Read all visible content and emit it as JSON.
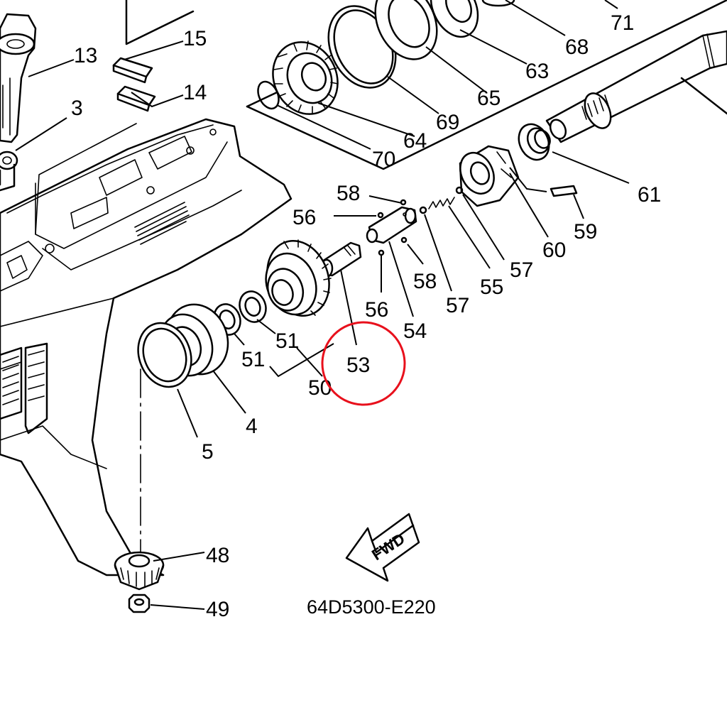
{
  "diagram": {
    "part_numbers": {
      "p71": "71",
      "p68": "68",
      "p63": "63",
      "p65": "65",
      "p69": "69",
      "p64": "64",
      "p70": "70",
      "p15": "15",
      "p14": "14",
      "p13": "13",
      "p3": "3",
      "p58a": "58",
      "p56a": "56",
      "p58b": "58",
      "p56b": "56",
      "p54": "54",
      "p57a": "57",
      "p57b": "57",
      "p55": "55",
      "p60": "60",
      "p59": "59",
      "p61": "61",
      "p53": "53",
      "p51a": "51",
      "p51b": "51",
      "p50": "50",
      "p4": "4",
      "p5": "5",
      "p48": "48",
      "p49": "49"
    },
    "drawing_code": "64D5300-E220",
    "fwd_arrow_text": "FWD",
    "highlight_color": "#e8101c"
  }
}
